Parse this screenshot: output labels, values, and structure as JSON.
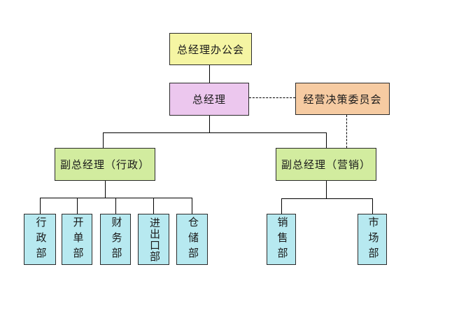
{
  "page": {
    "background_color": "#FFFFFF",
    "line_color": "#000000",
    "border_color": "#2B2B2B",
    "text_color": "#1A1A1A"
  },
  "chart_data": {
    "type": "org-chart",
    "nodes": {
      "gm_office": {
        "label": "总经理办公会",
        "bg": "#F5F5A3"
      },
      "gm": {
        "label": "总经理",
        "bg": "#ECC7EE"
      },
      "committee": {
        "label": "经营决策委员会",
        "bg": "#F6CBA2"
      },
      "deputy_admin": {
        "label": "副总经理（行政）",
        "bg": "#D2EC9F"
      },
      "deputy_marketing": {
        "label": "副总经理（营销）",
        "bg": "#D2EC9F"
      }
    },
    "departments": [
      {
        "label": "行政部",
        "bg": "#B7E9F0",
        "parent": "deputy_admin"
      },
      {
        "label": "开单部",
        "bg": "#B7E9F0",
        "parent": "deputy_admin"
      },
      {
        "label": "财务部",
        "bg": "#B7E9F0",
        "parent": "deputy_admin"
      },
      {
        "label": "进出口部",
        "bg": "#B7E9F0",
        "parent": "deputy_admin"
      },
      {
        "label": "仓储部",
        "bg": "#B7E9F0",
        "parent": "deputy_admin"
      },
      {
        "label": "销售部",
        "bg": "#B7E9F0",
        "parent": "deputy_marketing"
      },
      {
        "label": "市场部",
        "bg": "#B7E9F0",
        "parent": "deputy_marketing"
      }
    ],
    "edges": [
      {
        "from": "gm_office",
        "to": "gm",
        "style": "solid"
      },
      {
        "from": "gm",
        "to": "committee",
        "style": "dashed"
      },
      {
        "from": "gm",
        "to": "deputy_admin",
        "style": "solid"
      },
      {
        "from": "gm",
        "to": "deputy_marketing",
        "style": "solid"
      },
      {
        "from": "committee",
        "to": "deputy_marketing",
        "style": "dashed"
      },
      {
        "from": "deputy_admin",
        "to": "行政部",
        "style": "solid"
      },
      {
        "from": "deputy_admin",
        "to": "开单部",
        "style": "solid"
      },
      {
        "from": "deputy_admin",
        "to": "财务部",
        "style": "solid"
      },
      {
        "from": "deputy_admin",
        "to": "进出口部",
        "style": "solid"
      },
      {
        "from": "deputy_admin",
        "to": "仓储部",
        "style": "solid"
      },
      {
        "from": "deputy_marketing",
        "to": "销售部",
        "style": "solid"
      },
      {
        "from": "deputy_marketing",
        "to": "市场部",
        "style": "solid"
      }
    ]
  }
}
